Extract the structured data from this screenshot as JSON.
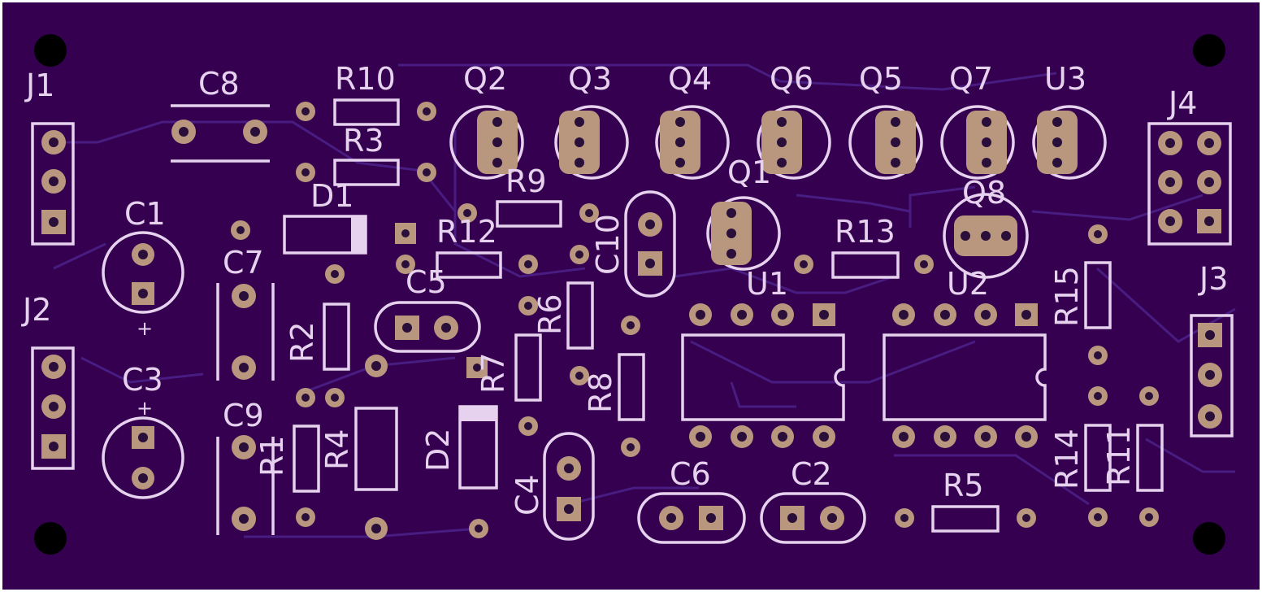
{
  "board": {
    "colors": {
      "background": "#ffffff",
      "board": "#34004f",
      "silkscreen": "#e6d2ee",
      "pad": "#b8977e",
      "trace": "#4a1f86",
      "mounting_hole": "#000000"
    }
  },
  "labels": {
    "J1": "J1",
    "J2": "J2",
    "J3": "J3",
    "J4": "J4",
    "C1": "C1",
    "C2": "C2",
    "C3": "C3",
    "C4": "C4",
    "C5": "C5",
    "C6": "C6",
    "C7": "C7",
    "C8": "C8",
    "C9": "C9",
    "C10": "C10",
    "D1": "D1",
    "D2": "D2",
    "Q1": "Q1",
    "Q2": "Q2",
    "Q3": "Q3",
    "Q4": "Q4",
    "Q5": "Q5",
    "Q6": "Q6",
    "Q7": "Q7",
    "Q8": "Q8",
    "R1": "R1",
    "R2": "R2",
    "R3": "R3",
    "R4": "R4",
    "R5": "R5",
    "R6": "R6",
    "R7": "R7",
    "R8": "R8",
    "R9": "R9",
    "R10": "R10",
    "R11": "R11",
    "R12": "R12",
    "R13": "R13",
    "R14": "R14",
    "R15": "R15",
    "U1": "U1",
    "U2": "U2",
    "U3": "U3",
    "plus1": "+",
    "plus2": "+"
  }
}
